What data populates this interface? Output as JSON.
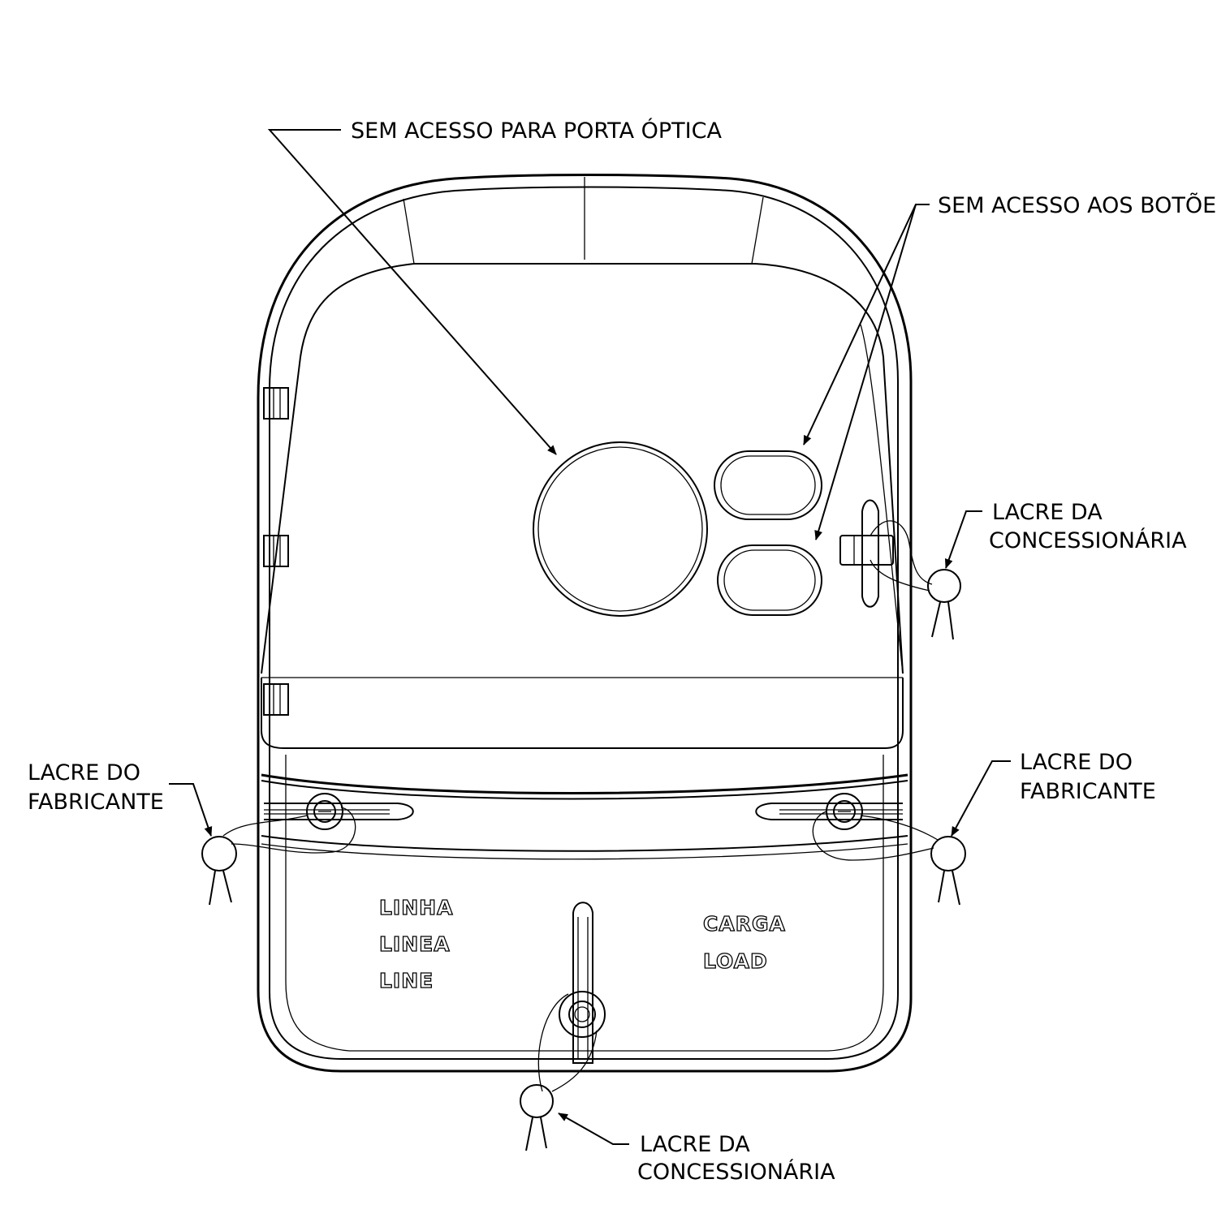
{
  "callouts": {
    "optical_port": "SEM ACESSO PARA PORTA ÓPTICA",
    "buttons": "SEM ACESSO AOS BOTÕES",
    "utility_seal_right_line1": "LACRE DA",
    "utility_seal_right_line2": "CONCESSIONÁRIA",
    "manufacturer_seal_left_line1": "LACRE DO",
    "manufacturer_seal_left_line2": "FABRICANTE",
    "manufacturer_seal_right_line1": "LACRE DO",
    "manufacturer_seal_right_line2": "FABRICANTE",
    "utility_seal_bottom_line1": "LACRE DA",
    "utility_seal_bottom_line2": "CONCESSIONÁRIA"
  },
  "terminal_labels": {
    "line_pt": "LINHA",
    "line_es": "LINEA",
    "line_en": "LINE",
    "load_pt": "CARGA",
    "load_en": "LOAD"
  }
}
